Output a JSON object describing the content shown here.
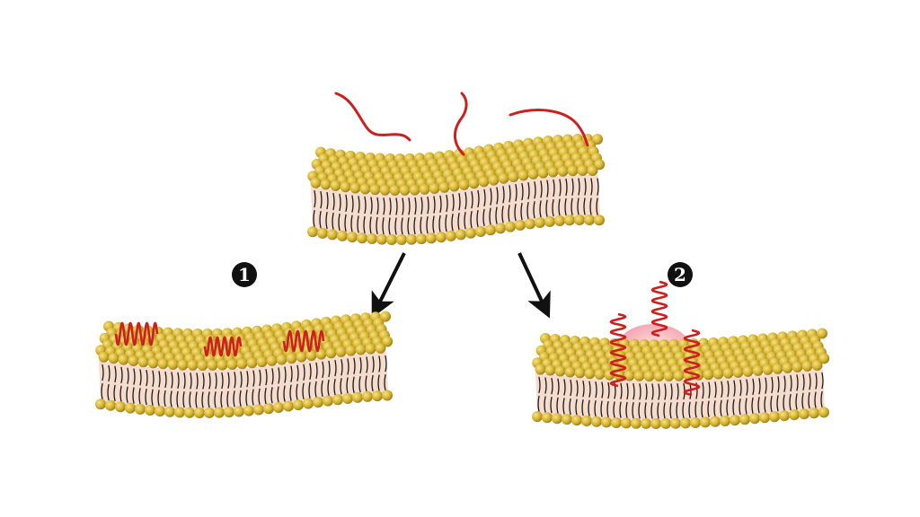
{
  "diagram": {
    "steps": [
      {
        "label": "1",
        "pathway": "surface-adsorbed-helices"
      },
      {
        "label": "2",
        "pathway": "membrane-inserted-helices-pore"
      }
    ],
    "colors": {
      "headgroup": "#d9b938",
      "headgroup_highlight": "#f2df7a",
      "headgroup_shadow": "#9b7d14",
      "lipid_core": "#f6dccd",
      "tail": "#1a1a1a",
      "peptide": "#cc1f1f",
      "pore": "#f7b4bd",
      "arrow": "#111111",
      "badge": "#111111"
    }
  }
}
